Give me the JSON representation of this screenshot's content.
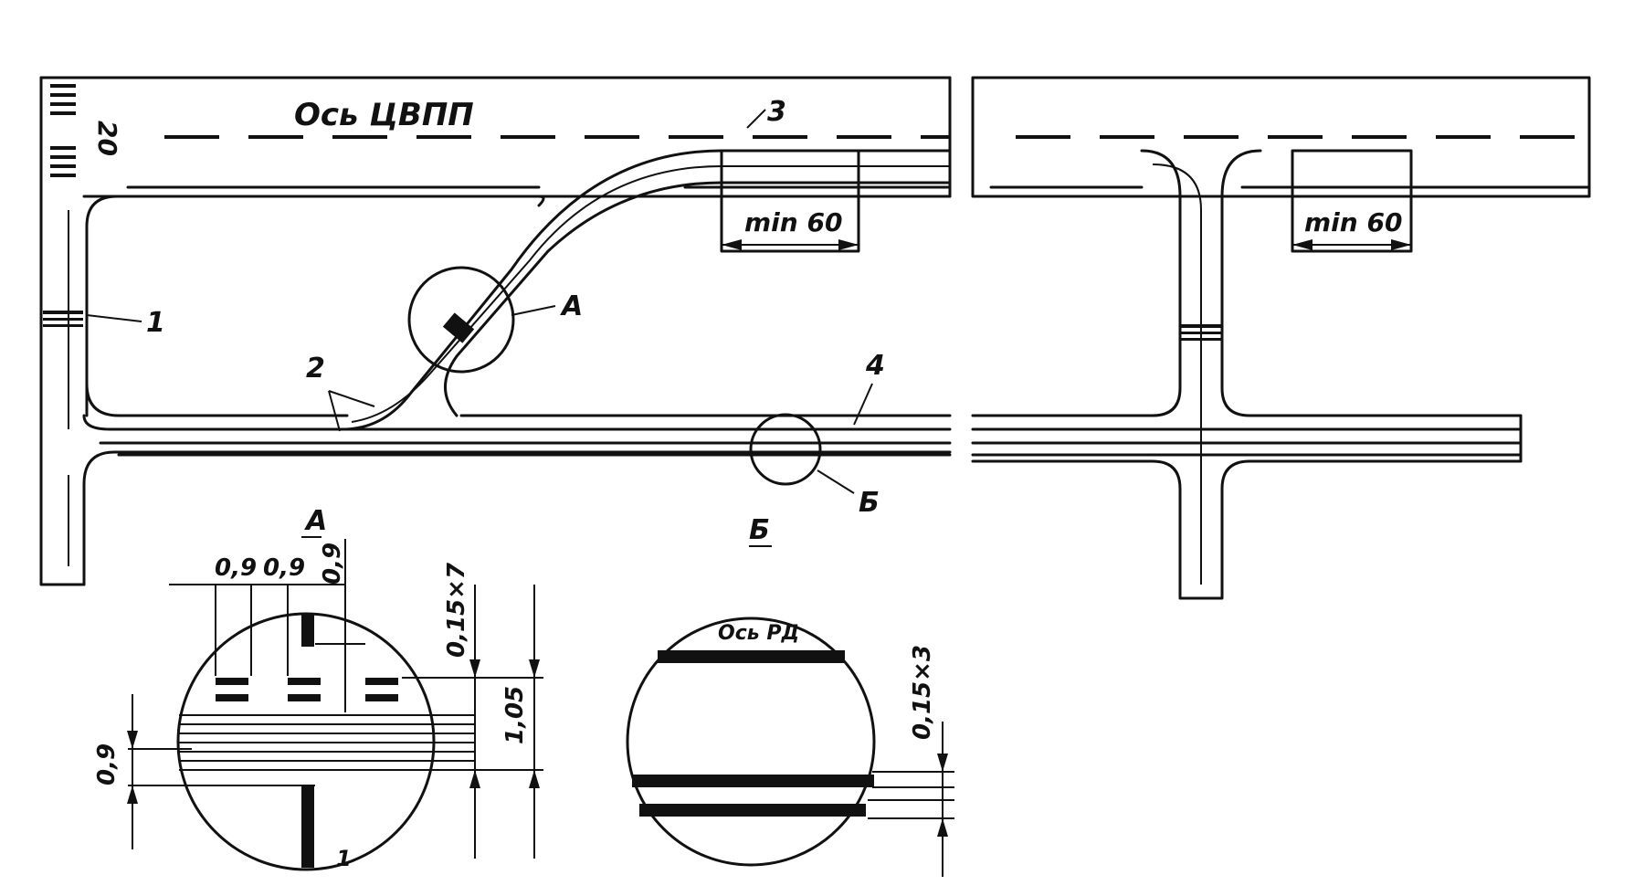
{
  "figure": {
    "runway_axis_label": "Ось ЦВПП",
    "runway_number": "20",
    "min_distance_label_left": "min 60",
    "min_distance_label_right": "min 60",
    "callouts": {
      "one": "1",
      "two": "2",
      "three": "3",
      "four": "4",
      "a": "А",
      "b": "Б"
    },
    "detail_a": {
      "title": "А",
      "dim_top_1": "0,9",
      "dim_top_2": "0,9",
      "dim_top_3": "0,9",
      "dim_stripes": "0,15×7",
      "dim_height": "1,05",
      "dim_left": "0,9",
      "leader_number": "1"
    },
    "detail_b": {
      "title": "Б",
      "axis_label": "Ось РД",
      "dim_stripes": "0,15×3"
    }
  },
  "colors": {
    "ink": "#111111",
    "paper": "#ffffff"
  }
}
